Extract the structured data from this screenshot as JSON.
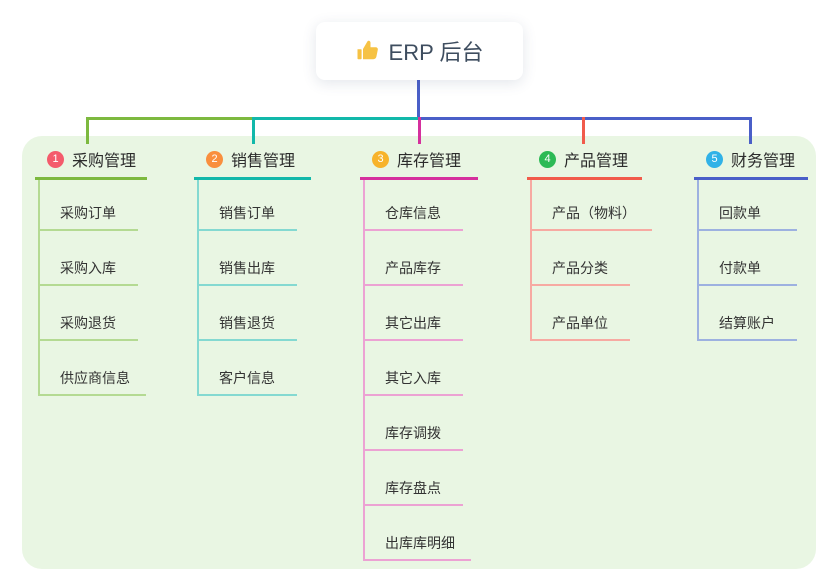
{
  "root": {
    "title": "ERP 后台",
    "icon": "thumbs-up-icon",
    "icon_color": "#f6c244"
  },
  "colors": {
    "panel_bg": "#e9f6e3",
    "root_connector": "#4a5fc8",
    "root_text": "#3e4d5f"
  },
  "connector": {
    "bus_segments": [
      {
        "name": "left",
        "color": "#7db93f"
      },
      {
        "name": "middle",
        "color": "#12b8aa"
      },
      {
        "name": "right",
        "color": "#4a5fc8"
      }
    ]
  },
  "branches": [
    {
      "number": "1",
      "label": "采购管理",
      "badge_color": "#f45b6c",
      "line_color": "#7db93f",
      "child_line_color": "#b4da92",
      "children": [
        "采购订单",
        "采购入库",
        "采购退货",
        "供应商信息"
      ]
    },
    {
      "number": "2",
      "label": "销售管理",
      "badge_color": "#f98f3e",
      "line_color": "#12b8aa",
      "child_line_color": "#84d9d1",
      "children": [
        "销售订单",
        "销售出库",
        "销售退货",
        "客户信息"
      ]
    },
    {
      "number": "3",
      "label": "库存管理",
      "badge_color": "#f7b32b",
      "line_color": "#d5309d",
      "child_line_color": "#eca2d3",
      "children": [
        "仓库信息",
        "产品库存",
        "其它出库",
        "其它入库",
        "库存调拨",
        "库存盘点",
        "出库库明细"
      ]
    },
    {
      "number": "4",
      "label": "产品管理",
      "badge_color": "#2cba55",
      "line_color": "#f15b4b",
      "child_line_color": "#f7aaa2",
      "children": [
        "产品（物料）",
        "产品分类",
        "产品单位"
      ]
    },
    {
      "number": "5",
      "label": "财务管理",
      "badge_color": "#31b2e7",
      "line_color": "#4a5fc8",
      "child_line_color": "#9db1e0",
      "children": [
        "回款单",
        "付款单",
        "结算账户"
      ]
    }
  ]
}
